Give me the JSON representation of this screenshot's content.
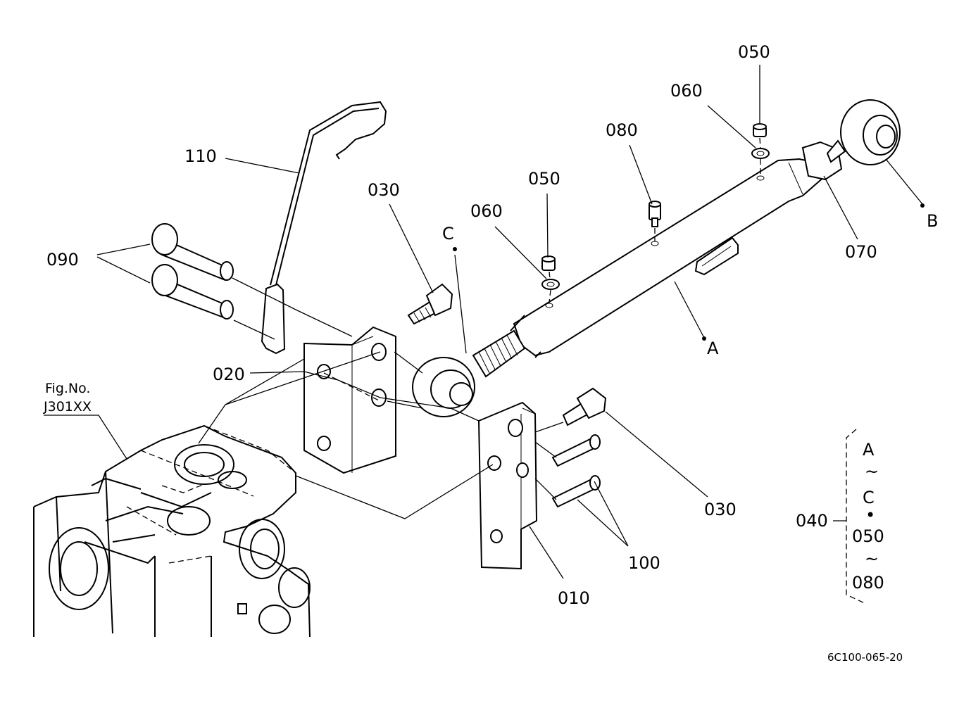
{
  "diagram": {
    "drawing_code": "6C100-065-20",
    "fig_reference": {
      "line1": "Fig.No.",
      "line2": "J301XX"
    },
    "callouts": [
      {
        "id": "c050a",
        "label": "050"
      },
      {
        "id": "c060a",
        "label": "060"
      },
      {
        "id": "c080",
        "label": "080"
      },
      {
        "id": "c110",
        "label": "110"
      },
      {
        "id": "c030a",
        "label": "030"
      },
      {
        "id": "c050b",
        "label": "050"
      },
      {
        "id": "c060b",
        "label": "060"
      },
      {
        "id": "c090",
        "label": "090"
      },
      {
        "id": "c020",
        "label": "020"
      },
      {
        "id": "c070",
        "label": "070"
      },
      {
        "id": "c030b",
        "label": "030"
      },
      {
        "id": "c100",
        "label": "100"
      },
      {
        "id": "c010",
        "label": "010"
      }
    ],
    "point_labels": {
      "A": "A",
      "B": "B",
      "C": "C"
    },
    "assembly_group": {
      "label": "040",
      "items": [
        "A",
        "~",
        "C",
        "•",
        "050",
        "~",
        "080"
      ]
    }
  }
}
